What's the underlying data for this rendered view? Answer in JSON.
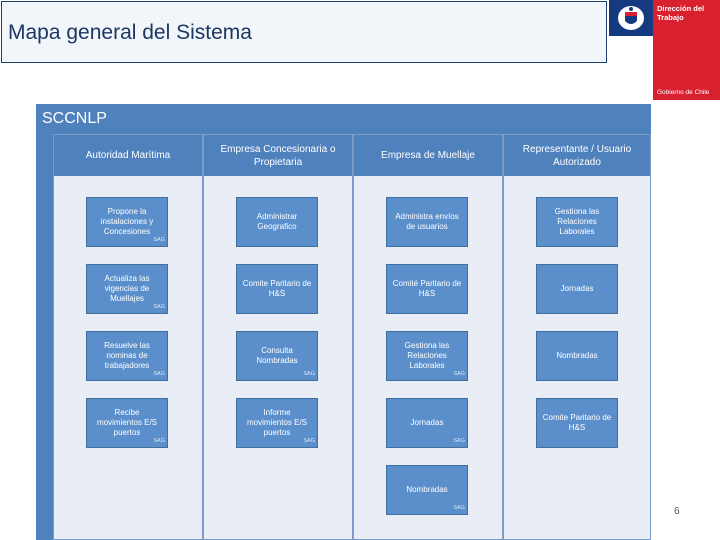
{
  "header": {
    "title": "Mapa general del Sistema",
    "logo": {
      "lines": [
        "Dirección del",
        "Trabajo"
      ],
      "footer": "Gobierno de Chile"
    }
  },
  "diagram": {
    "title": "SCCNLP",
    "lanes": [
      {
        "label": "Autoridad Marítima",
        "boxes": [
          {
            "text": "Propone la instalaciones y Concesiones",
            "tag": "SAG"
          },
          {
            "text": "Actualiza las vigencias de Muellajes",
            "tag": "SAG"
          },
          {
            "text": "Resuelve las nominas de trabajadores",
            "tag": "SAG"
          },
          {
            "text": "Recibe movimientos E/S puertos",
            "tag": "SAG"
          }
        ]
      },
      {
        "label": "Empresa Concesionaria o Propietaria",
        "boxes": [
          {
            "text": "Administrar Geografico",
            "tag": ""
          },
          {
            "text": "Comite Paritario de H&S",
            "tag": ""
          },
          {
            "text": "Consulta Nombradas",
            "tag": "SAG"
          },
          {
            "text": "Informe movimientos E/S puertos",
            "tag": "SAG"
          }
        ]
      },
      {
        "label": "Empresa de Muellaje",
        "boxes": [
          {
            "text": "Administra envíos de usuarios",
            "tag": ""
          },
          {
            "text": "Comité Paritario de H&S",
            "tag": ""
          },
          {
            "text": "Gestiona las Relaciones Laborales",
            "tag": "SAG"
          },
          {
            "text": "Jornadas",
            "tag": "SAG"
          },
          {
            "text": "Nombradas",
            "tag": "SAG"
          }
        ]
      },
      {
        "label": "Representante / Usuario Autorizado",
        "boxes": [
          {
            "text": "Gestiona las Relaciones Laborales",
            "tag": ""
          },
          {
            "text": "Jornadas",
            "tag": ""
          },
          {
            "text": "Nombradas",
            "tag": ""
          },
          {
            "text": "Comite Paritario de H&S",
            "tag": ""
          }
        ]
      }
    ]
  },
  "page_number": "6",
  "colors": {
    "lane_header": "#4f81bd",
    "box": "#5b8fcc",
    "brand_red": "#d9202f",
    "brand_blue": "#163a80"
  }
}
